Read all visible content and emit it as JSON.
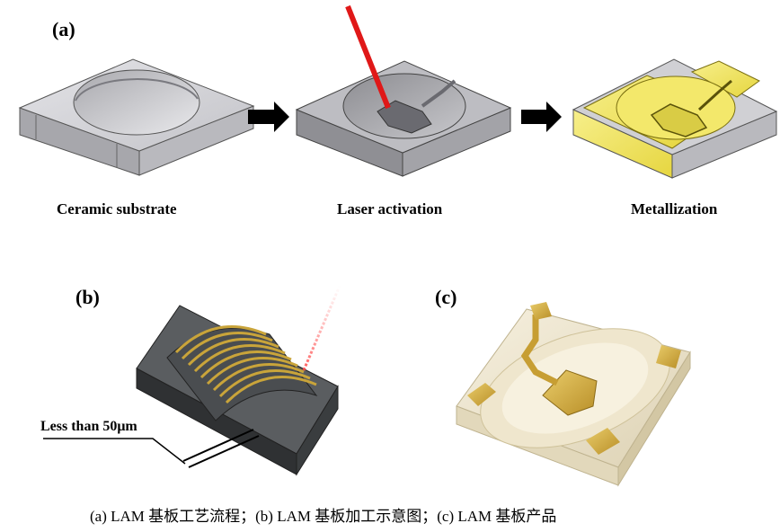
{
  "panel_a": {
    "label": "(a)",
    "steps": [
      {
        "label": "Ceramic substrate"
      },
      {
        "label": "Laser activation"
      },
      {
        "label": "Metallization"
      }
    ],
    "colors": {
      "substrate": "#cfcfd3",
      "metal": "#f0e45a",
      "laser": "#e01818",
      "arrow": "#000000"
    }
  },
  "panel_b": {
    "label": "(b)",
    "annotation": "Less than 50μm",
    "colors": {
      "body": "#3a3d3f",
      "wire": "#c9a43a"
    }
  },
  "panel_c": {
    "label": "(c)",
    "colors": {
      "ceramic": "#ece4cf",
      "pad": "#d8b54a"
    }
  },
  "caption": "(a) LAM 基板工艺流程；(b) LAM 基板加工示意图；(c) LAM 基板产品"
}
